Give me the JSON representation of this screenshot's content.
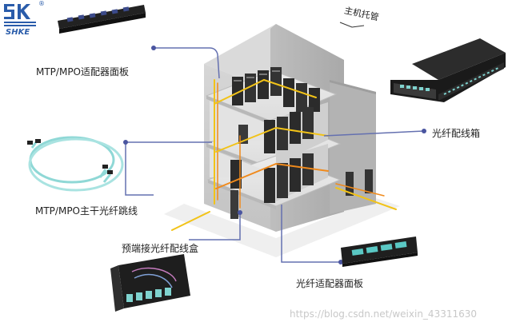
{
  "brand": {
    "name": "SHKE",
    "registered_mark": "®"
  },
  "header": {
    "label": "主机托管"
  },
  "callouts": {
    "adapter_panel": "MTP/MPO适配器面板",
    "patch_box": "光纤配线箱",
    "trunk_cable": "MTP/MPO主干光纤跳线",
    "preterminated_box": "预端接光纤配线盒",
    "fiber_adapter_panel": "光纤适配器面板"
  },
  "watermark": "https://blog.csdn.net/weixin_43311630",
  "colors": {
    "leader_line": "#6470b0",
    "fiber_yellow": "#f2c318",
    "fiber_orange": "#f08a1c",
    "brand_blue": "#2a5caa",
    "aqua_cable": "#8fd8d6"
  }
}
